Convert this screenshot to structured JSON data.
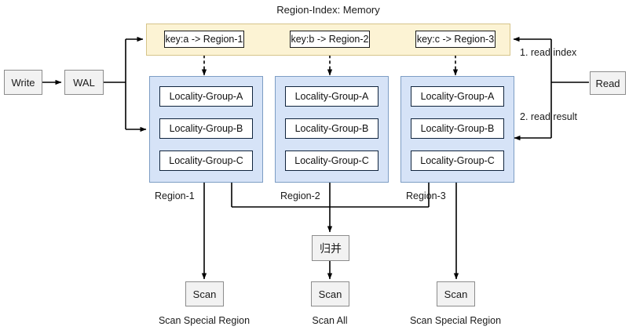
{
  "diagram": {
    "title": "Region-Index: Memory",
    "colors": {
      "index_fill": "#fcf3d4",
      "index_border": "#d6c48a",
      "region_fill": "#d6e3f7",
      "region_border": "#7d9dc4",
      "process_fill": "#f2f2f2",
      "process_border": "#8c8c8c",
      "box_border": "#10243d",
      "line": "#000000",
      "text": "#1a1a1a"
    }
  },
  "write_path": {
    "write_label": "Write",
    "wal_label": "WAL"
  },
  "read_path": {
    "read_label": "Read",
    "step1_label": "1. read index",
    "step2_label": "2. read result"
  },
  "index": {
    "entries": [
      {
        "key": "key:a -> Region-1"
      },
      {
        "key": "key:b -> Region-2"
      },
      {
        "key": "key:c -> Region-3"
      }
    ]
  },
  "regions": [
    {
      "name": "Region-1",
      "locality_groups": [
        "Locality-Group-A",
        "Locality-Group-B",
        "Locality-Group-C"
      ]
    },
    {
      "name": "Region-2",
      "locality_groups": [
        "Locality-Group-A",
        "Locality-Group-B",
        "Locality-Group-C"
      ]
    },
    {
      "name": "Region-3",
      "locality_groups": [
        "Locality-Group-A",
        "Locality-Group-B",
        "Locality-Group-C"
      ]
    }
  ],
  "merge": {
    "label": "归并"
  },
  "scans": [
    {
      "label": "Scan",
      "caption": "Scan Special Region"
    },
    {
      "label": "Scan",
      "caption": "Scan All"
    },
    {
      "label": "Scan",
      "caption": "Scan Special Region"
    }
  ]
}
